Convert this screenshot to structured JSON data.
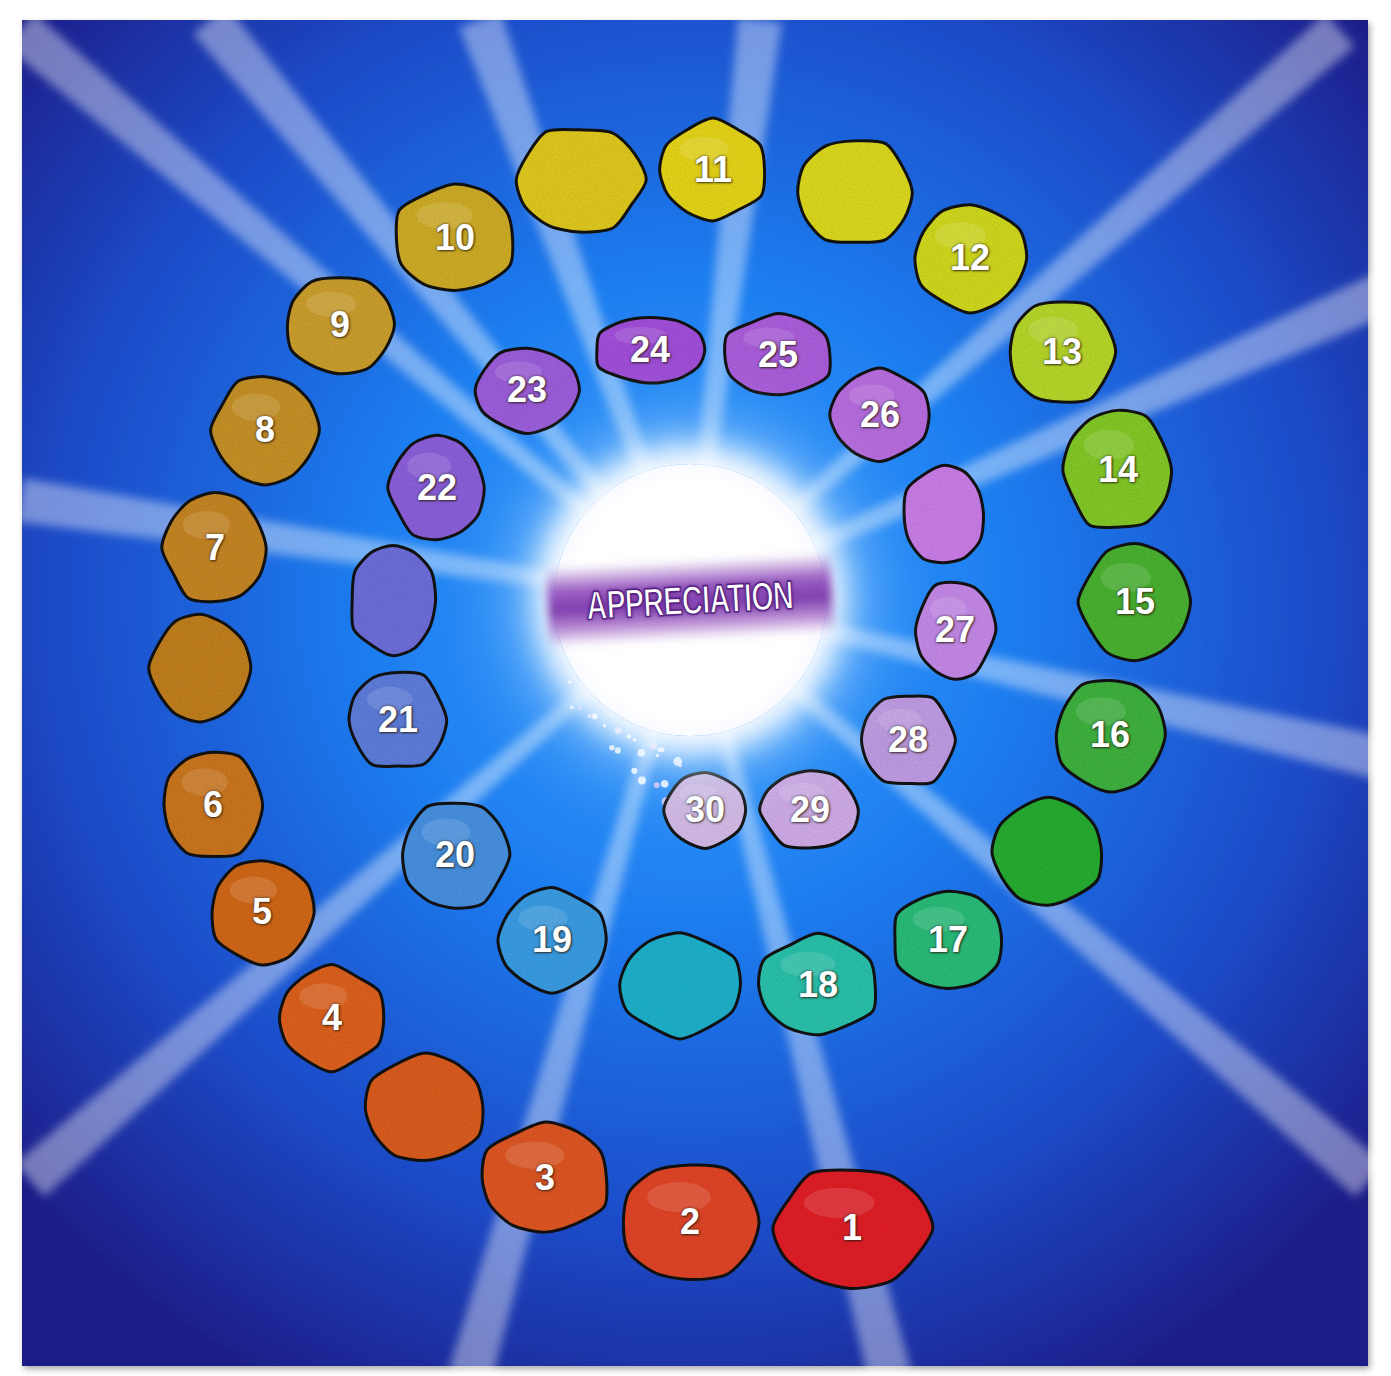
{
  "diagram": {
    "nodes": [
      {
        "text": [
          "1"
        ]
      },
      {
        "text": [
          "2"
        ]
      },
      {
        "text": [
          "3"
        ]
      },
      {
        "text": [
          "4"
        ]
      },
      {
        "text": [
          "5"
        ]
      },
      {
        "text": [
          "6"
        ]
      },
      {
        "text": [
          "7"
        ]
      },
      {
        "text": [
          "8"
        ]
      },
      {
        "text": [
          "9"
        ]
      },
      {
        "text": [
          "10"
        ]
      },
      {
        "text": [
          "11"
        ]
      },
      {
        "text": [
          "12"
        ]
      },
      {
        "text": [
          "13"
        ]
      },
      {
        "text": [
          "14"
        ]
      },
      {
        "text": [
          "15"
        ]
      },
      {
        "text": [
          "16"
        ]
      },
      {
        "text": [
          "17"
        ]
      },
      {
        "text": [
          "18"
        ]
      },
      {
        "text": [
          "19"
        ]
      },
      {
        "text": [
          "20"
        ]
      },
      {
        "text": [
          "21"
        ]
      },
      {
        "text": [
          "22"
        ]
      },
      {
        "text": [
          "23"
        ]
      },
      {
        "text": [
          "24"
        ]
      },
      {
        "text": [
          "25"
        ]
      },
      {
        "text": [
          "26"
        ]
      },
      {
        "text": [
          "27"
        ]
      },
      {
        "text": [
          "28"
        ]
      },
      {
        "text": [
          "29"
        ]
      },
      {
        "text": [
          "30"
        ]
      },
      {
        "text": [
          "APPRECIATION"
        ]
      }
    ]
  }
}
